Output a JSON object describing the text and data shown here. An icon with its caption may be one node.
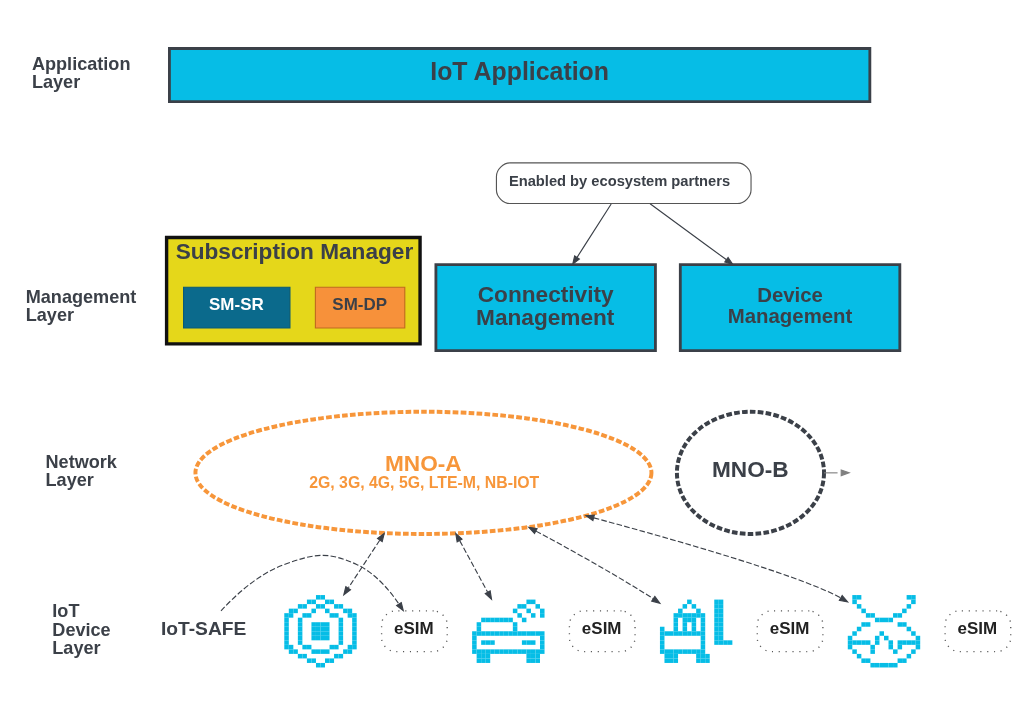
{
  "diagram": {
    "nodes": [
      {
        "text": [
          "IoT Application"
        ]
      },
      {
        "text": [
          "Enabled by ecosystem partners"
        ]
      },
      {
        "text": [
          "Subscription Manager"
        ]
      },
      {
        "text": [
          "SM-SR"
        ],
        "in": 2
      },
      {
        "text": [
          "SM-DP"
        ],
        "in": 2
      },
      {
        "text": [
          "Connectivity Management"
        ]
      },
      {
        "text": [
          "Device Management"
        ]
      },
      {
        "text": [
          "MNO-A",
          "2G, 3G, 4G, 5G, LTE-M, NB-IOT"
        ]
      },
      {
        "text": [
          "MNO-B"
        ]
      },
      {
        "text": [
          "IoT-SAFE"
        ]
      },
      {
        "text": [],
        "shape": "picture"
      },
      {
        "text": [
          "eSIM"
        ]
      },
      {
        "text": [],
        "shape": "picture"
      },
      {
        "text": [
          "eSIM"
        ]
      },
      {
        "text": [],
        "shape": "picture"
      },
      {
        "text": [
          "eSIM"
        ]
      },
      {
        "text": [],
        "shape": "picture"
      },
      {
        "text": [
          "eSIM"
        ]
      }
    ],
    "edges": [
      {
        "from": 1,
        "to": 5,
        "arrow": "to"
      },
      {
        "from": 1,
        "to": 6,
        "arrow": "to"
      },
      {
        "from": 8,
        "to": null,
        "arrow": "to",
        "color": "#808080"
      },
      {
        "from": 9,
        "to": 11,
        "arrow": "to",
        "style": "dashed"
      },
      {
        "from": 7,
        "to": 10,
        "arrow": "both",
        "style": "dashed"
      },
      {
        "from": 7,
        "to": 12,
        "arrow": "both",
        "style": "dashed"
      },
      {
        "from": 7,
        "to": 14,
        "arrow": "both",
        "style": "dashed"
      },
      {
        "from": 7,
        "to": 16,
        "arrow": "both",
        "style": "dashed"
      }
    ],
    "labels": [
      "Application Layer",
      "Management Layer",
      "Network Layer",
      "IoT Device Layer"
    ]
  }
}
